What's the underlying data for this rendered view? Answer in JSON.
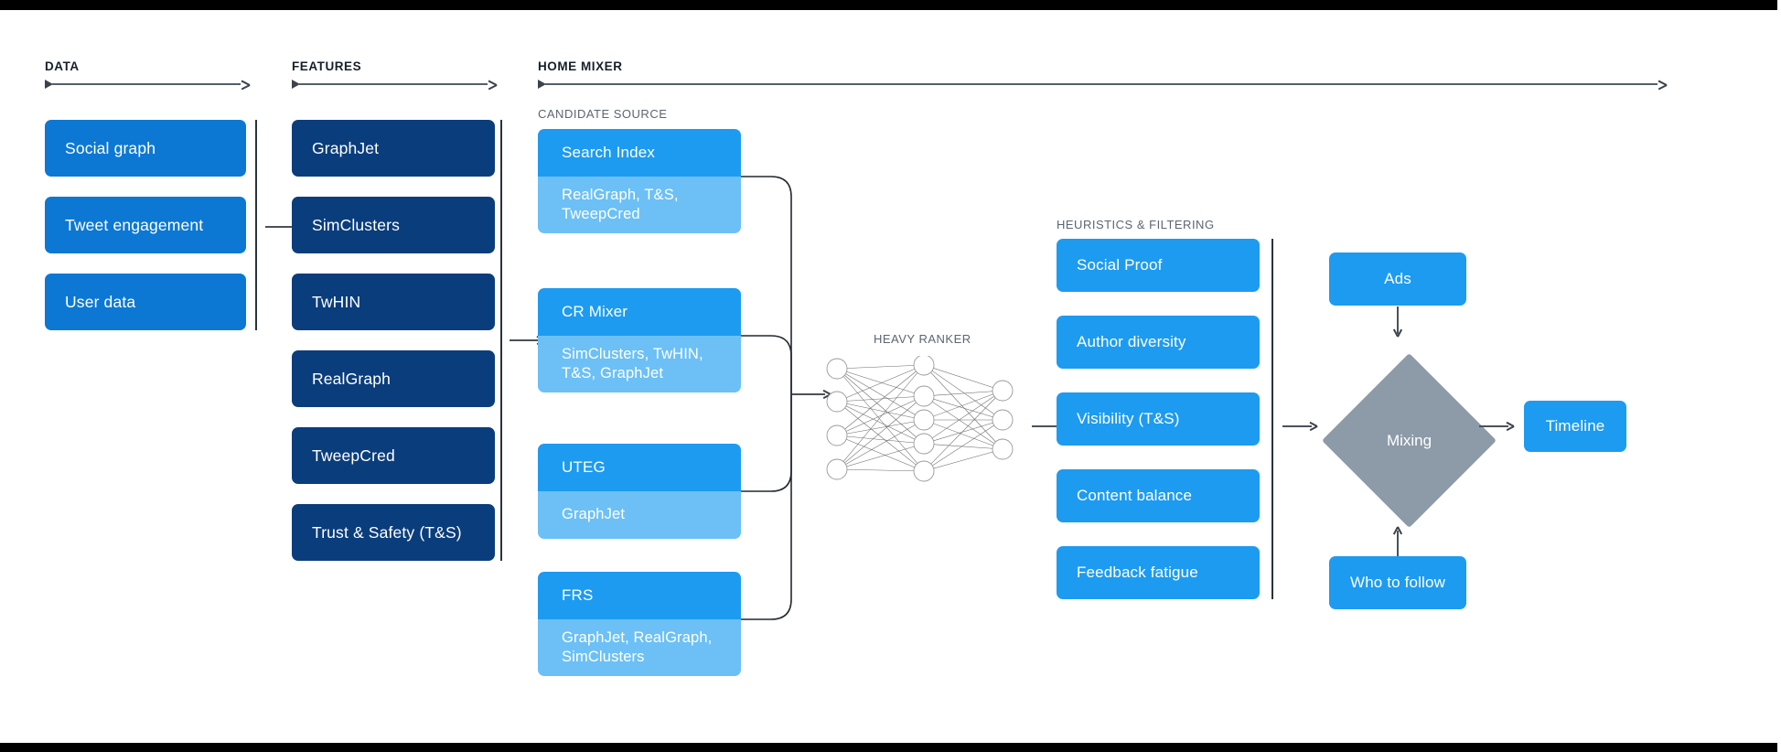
{
  "sections": {
    "data": {
      "title": "DATA"
    },
    "features": {
      "title": "FEATURES"
    },
    "home_mixer": {
      "title": "HOME MIXER"
    },
    "candidate_source": {
      "title": "CANDIDATE SOURCE"
    },
    "heavy_ranker": {
      "title": "HEAVY RANKER"
    },
    "heuristics": {
      "title": "HEURISTICS & FILTERING"
    }
  },
  "data_cards": [
    {
      "label": "Social graph"
    },
    {
      "label": "Tweet engagement"
    },
    {
      "label": "User data"
    }
  ],
  "feature_cards": [
    {
      "label": "GraphJet"
    },
    {
      "label": "SimClusters"
    },
    {
      "label": "TwHIN"
    },
    {
      "label": "RealGraph"
    },
    {
      "label": "TweepCred"
    },
    {
      "label": "Trust & Safety (T&S)"
    }
  ],
  "candidate_sources": [
    {
      "name": "Search Index",
      "features": "RealGraph, T&S, TweepCred"
    },
    {
      "name": "CR Mixer",
      "features": "SimClusters, TwHIN, T&S, GraphJet"
    },
    {
      "name": "UTEG",
      "features": "GraphJet"
    },
    {
      "name": "FRS",
      "features": "GraphJet, RealGraph, SimClusters"
    }
  ],
  "heuristics_cards": [
    {
      "label": "Social Proof"
    },
    {
      "label": "Author diversity"
    },
    {
      "label": "Visibility (T&S)"
    },
    {
      "label": "Content balance"
    },
    {
      "label": "Feedback fatigue"
    }
  ],
  "mixing": {
    "ads_label": "Ads",
    "mixing_label": "Mixing",
    "timeline_label": "Timeline",
    "who_to_follow_label": "Who to follow"
  },
  "neural_net": {
    "input_nodes": 4,
    "hidden_nodes": 5,
    "output_nodes": 3
  },
  "colors": {
    "data_card": "#0c78d4",
    "feature_card": "#0a3d7c",
    "source_header": "#1d9bf0",
    "source_body": "#6cc0f5",
    "heuristic_card": "#1d9bf0",
    "mixing_diamond": "#8d9aa8",
    "axis": "#3b434c",
    "bar": "#000000"
  }
}
